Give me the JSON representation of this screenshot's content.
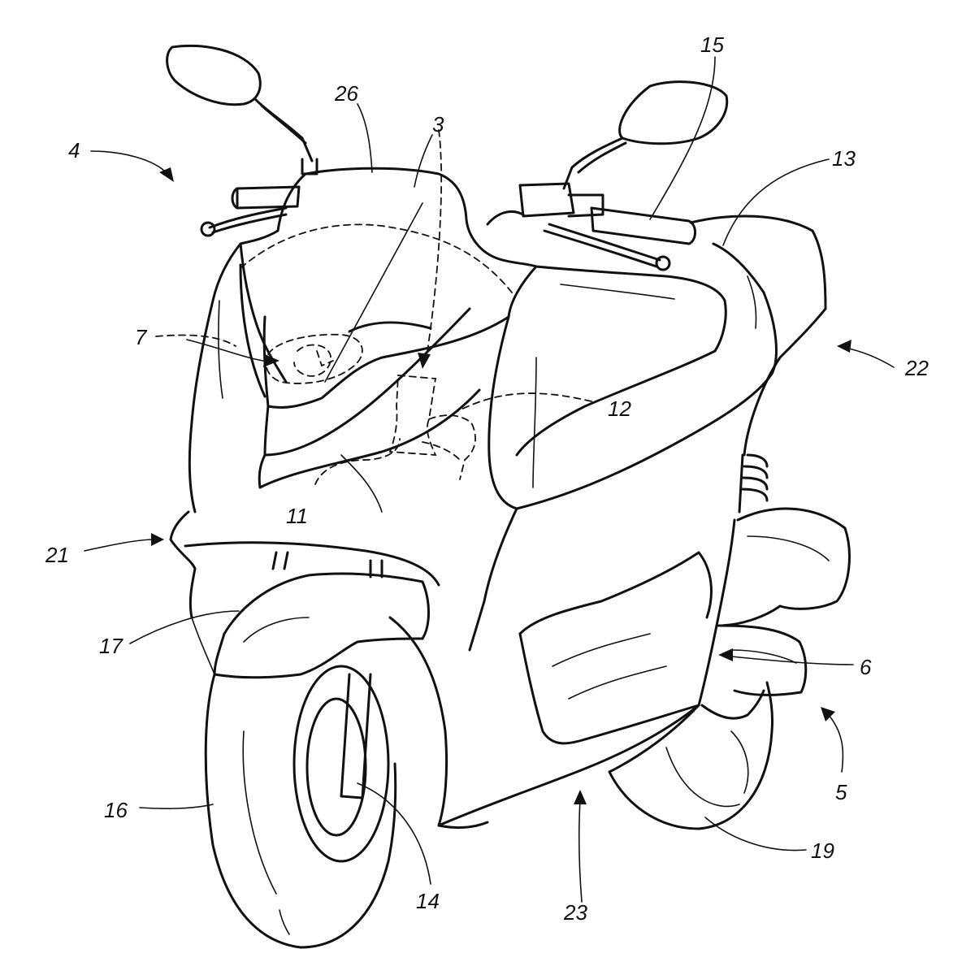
{
  "figure": {
    "description_lines": "scooter patent drawing",
    "reference_numerals": {
      "r4": "4",
      "r26": "26",
      "r3": "3",
      "r15": "15",
      "r13": "13",
      "r7": "7",
      "r12": "12",
      "r22": "22",
      "r11": "11",
      "r21": "21",
      "r17": "17",
      "r6": "6",
      "r5": "5",
      "r16": "16",
      "r14": "14",
      "r23": "23",
      "r19": "19"
    }
  }
}
